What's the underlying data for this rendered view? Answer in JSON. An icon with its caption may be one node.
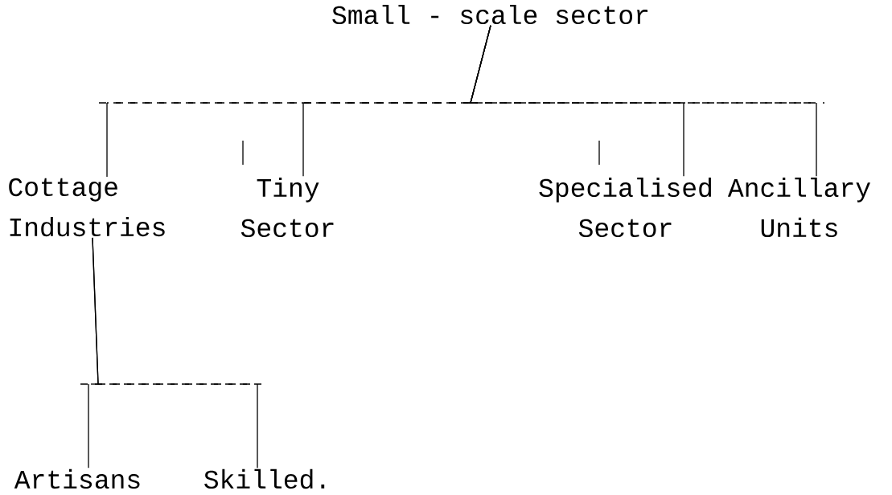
{
  "diagram": {
    "nodes": [
      {
        "text": [
          "Small - scale sector"
        ]
      },
      {
        "text": [
          "Cottage Industries"
        ]
      },
      {
        "text": [
          "Tiny Sector"
        ]
      },
      {
        "text": [
          "Specialised Sector"
        ]
      },
      {
        "text": [
          "Ancillary Units"
        ]
      },
      {
        "text": [
          "Artisans"
        ]
      },
      {
        "text": [
          "Skilled."
        ]
      }
    ],
    "edges": [
      {
        "from": 0,
        "to": 1,
        "arrow": "none"
      },
      {
        "from": 0,
        "to": 2,
        "arrow": "none"
      },
      {
        "from": 0,
        "to": 3,
        "arrow": "none"
      },
      {
        "from": 0,
        "to": 4,
        "arrow": "none"
      },
      {
        "from": 1,
        "to": 5,
        "arrow": "none"
      },
      {
        "from": 1,
        "to": 6,
        "arrow": "none"
      }
    ]
  }
}
